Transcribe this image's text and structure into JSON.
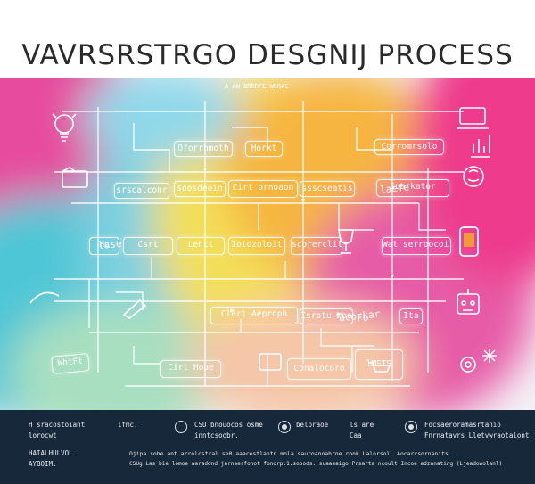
{
  "title": "VAVRSRSTRGO DESGNIJ PROCESS",
  "subtitle": "A AW BRRRFE WORAS",
  "boxes": {
    "b1": "Oforrhmoth",
    "b2": "Horkt",
    "b3": "Corromrsolo",
    "b4": "srscalconr",
    "b5": "soosdeoin",
    "b6": "Cirt ornoaon",
    "b7": "ssscseatis",
    "b8": "Suarkator",
    "b9": "Ho",
    "b10": "Csrt",
    "b11": "Lentt",
    "b12": "Iotozoloit",
    "b13": "scorerclit",
    "b14": "Wat serroocoit",
    "b15": "Clert Aeproph",
    "b16": "Isrotu woo",
    "b17": "Ita",
    "b18": "Cirt Houe",
    "b19": "Conalocoro",
    "b20": "WhtFt",
    "b21": "lMSTS"
  },
  "labels": {
    "l1": "laefe",
    "l2": "Fo",
    "l3": "lase",
    "l4": "acorkar"
  },
  "footer": {
    "col1_line1": "H sracostoiant",
    "col1_line2": "lorocwt",
    "col2_line1": "lfmc.",
    "col3_line1": "CSU bnouocos osme",
    "col3_line2": "inntcsoobr.",
    "col4_line1": "belpraoe",
    "col5_line1": "ls are",
    "col5_line2": "Caa",
    "col6_line1": "Focsaeroramasrtanio",
    "col6_line2": "Fnrnatavrs Lletvwraotaiont.",
    "row2_left1": "HAIALHULVOL",
    "row2_left2": "AYBOIM.",
    "row2_line1": "Ojipa sohe ant arrolcstral se0 aaacestlantn mola sauroanoahrne ronk Lalorsol. Aocarrsornanits.",
    "row2_line2": "CSUg Las bie lomoe aaraddnd jarnaerfonot fonorp.1.sooods. suaasaigo Prsarta ncoult Incoe adzanating (Ljeadowolanl)"
  },
  "colors": {
    "footer_bg": "#17283a",
    "line": "#ffffff",
    "blob_pink": "#ea2f83",
    "blob_yellow": "#f7d33a",
    "blob_orange": "#f5a23a",
    "blob_teal": "#3ec3d4",
    "blob_green": "#8fd39a"
  },
  "icons": [
    "bulb-icon",
    "folder-icon",
    "chart-icon",
    "brain-icon",
    "pencil-icon",
    "laptop-icon",
    "robot-icon",
    "trophy-icon",
    "phone-icon",
    "screen-icon",
    "gear-icon",
    "cart-icon",
    "flag-icon",
    "star-icon"
  ]
}
